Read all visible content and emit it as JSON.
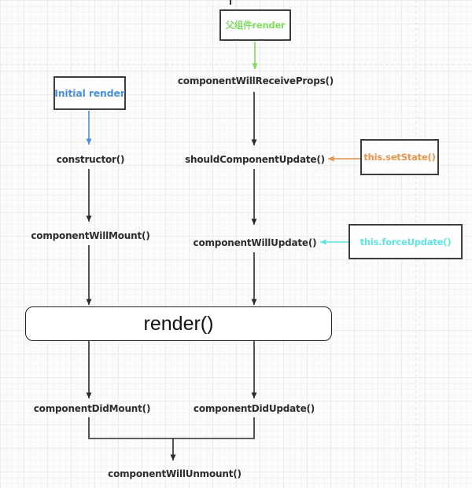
{
  "diagram": {
    "side_boxes": {
      "parent_render": "父组件render",
      "initial_render": "Initial render",
      "set_state": "this.setState()",
      "force_update": "this.forceUpdate()"
    },
    "lifecycle": {
      "will_receive_props": "componentWillReceiveProps()",
      "constructor": "constructor()",
      "should_update": "shouldComponentUpdate()",
      "will_mount": "componentWillMount()",
      "will_update": "componentWillUpdate()",
      "render": "render()",
      "did_mount": "componentDidMount()",
      "did_update": "componentDidUpdate()",
      "will_unmount": "componentWillUnmount()"
    }
  },
  "colors": {
    "green": "#7edb60",
    "blue": "#4a90e2",
    "orange": "#e8944a",
    "cyan": "#62e3e3",
    "arrow": "#2b2b2b",
    "box_border": "#3d3d3d",
    "grid_minor": "#f5f5f5",
    "grid_major": "#ebebeb",
    "background": "#fcfcfc"
  }
}
